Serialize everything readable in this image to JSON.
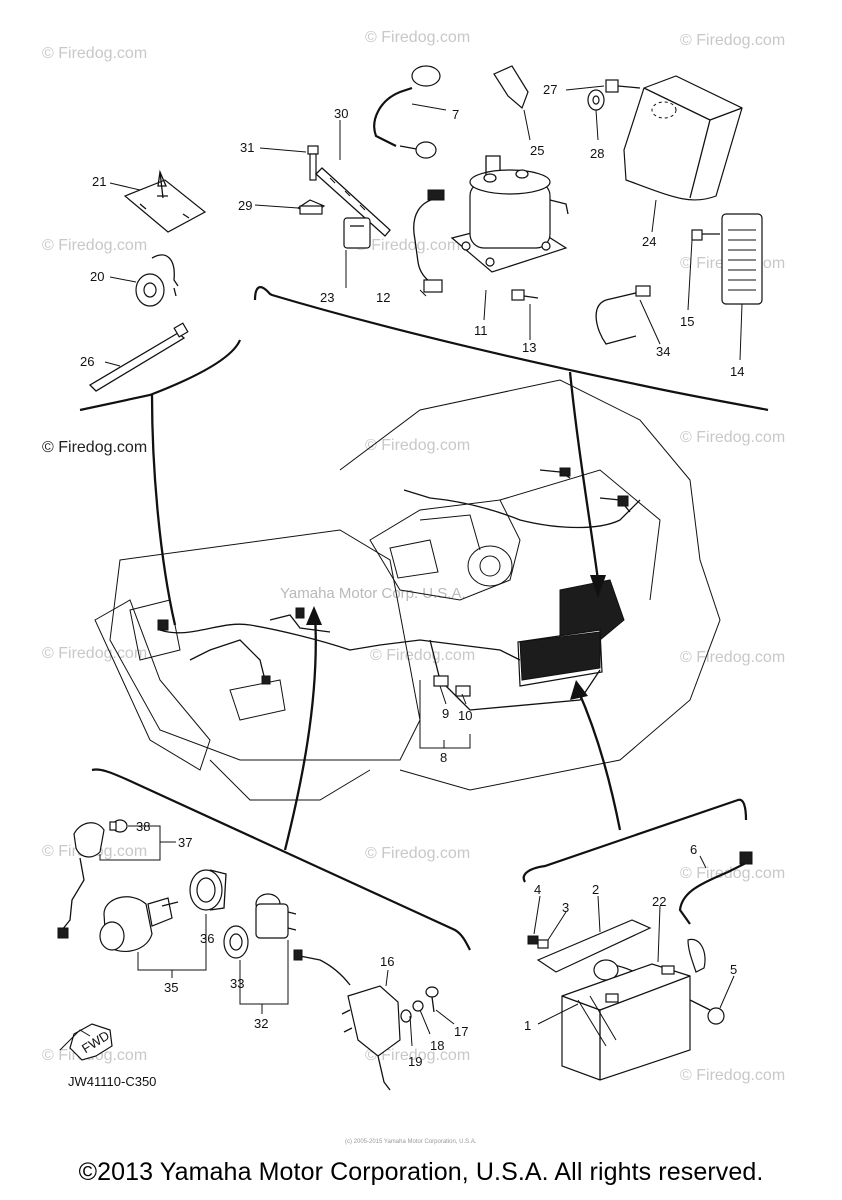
{
  "watermark": "© Firedog.com",
  "center_watermark": "Yamaha Motor Corp. U.S.A.",
  "part_code": "JW41110-C350",
  "fwd_label": "FWD",
  "small_print": "(c) 2005-2015 Yamaha Motor Corporation, U.S.A.",
  "copyright": "©2013 Yamaha Motor Corporation, U.S.A. All rights reserved.",
  "callouts": {
    "c1": "1",
    "c2": "2",
    "c3": "3",
    "c4": "4",
    "c5": "5",
    "c6": "6",
    "c7": "7",
    "c8": "8",
    "c9": "9",
    "c10": "10",
    "c11": "11",
    "c12": "12",
    "c13": "13",
    "c14": "14",
    "c15": "15",
    "c16": "16",
    "c17": "17",
    "c18": "18",
    "c19": "19",
    "c20": "20",
    "c21": "21",
    "c22": "22",
    "c23": "23",
    "c24": "24",
    "c25": "25",
    "c26": "26",
    "c27": "27",
    "c28": "28",
    "c29": "29",
    "c30": "30",
    "c31": "31",
    "c32": "32",
    "c33": "33",
    "c34": "34",
    "c35": "35",
    "c36": "36",
    "c37": "37",
    "c38": "38"
  }
}
